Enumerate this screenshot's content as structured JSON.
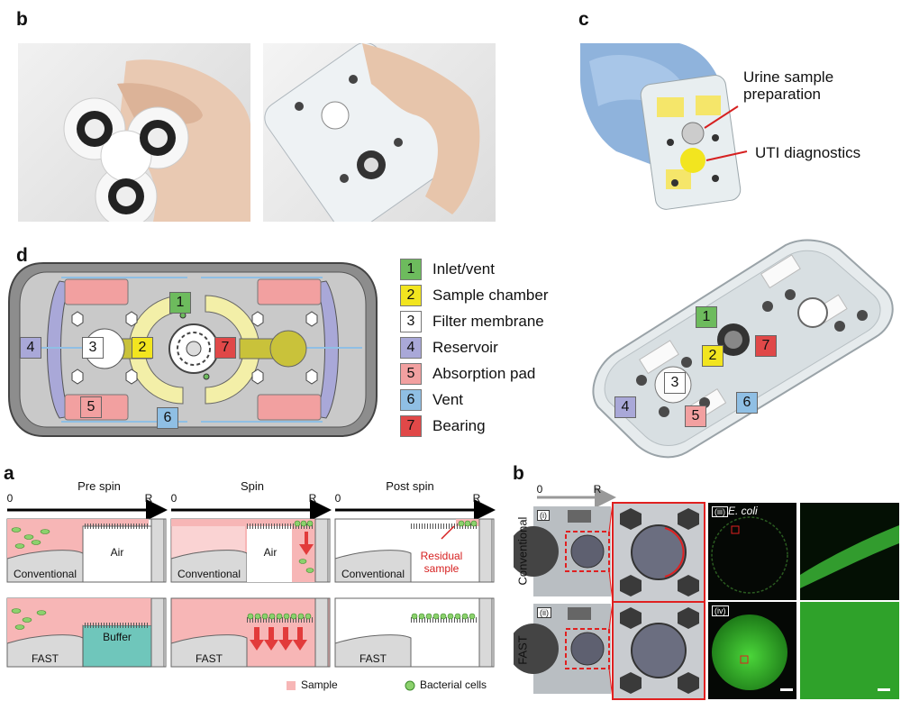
{
  "panels": {
    "b": "b",
    "c": "c",
    "d": "d",
    "a2": "a",
    "b2": "b"
  },
  "callouts": {
    "urine": "Urine sample\npreparation",
    "uti": "UTI diagnostics"
  },
  "legend": [
    {
      "num": "1",
      "label": "Inlet/vent",
      "color": "#6dbb5d"
    },
    {
      "num": "2",
      "label": "Sample chamber",
      "color": "#f2e51f"
    },
    {
      "num": "3",
      "label": "Filter membrane",
      "color": "#ffffff"
    },
    {
      "num": "4",
      "label": "Reservoir",
      "color": "#a9a8d8"
    },
    {
      "num": "5",
      "label": "Absorption pad",
      "color": "#f2a0a0"
    },
    {
      "num": "6",
      "label": "Vent",
      "color": "#8fbfe4"
    },
    {
      "num": "7",
      "label": "Bearing",
      "color": "#e04848"
    }
  ],
  "schematic": {
    "col_titles": [
      "Pre spin",
      "Spin",
      "Post spin"
    ],
    "axis_start": "0",
    "axis_end": "R",
    "conventional": "Conventional",
    "fast": "FAST",
    "air": "Air",
    "buffer": "Buffer",
    "residual": "Residual\nsample",
    "legend_sample": "Sample",
    "legend_cells": "Bacterial cells"
  },
  "micro": {
    "axis_start": "0",
    "axis_end": "R",
    "row1": "Conventional",
    "row2": "FAST",
    "tags": [
      "(i)",
      "(ii)",
      "(iii)",
      "(iv)"
    ],
    "organism": "E. coli"
  }
}
